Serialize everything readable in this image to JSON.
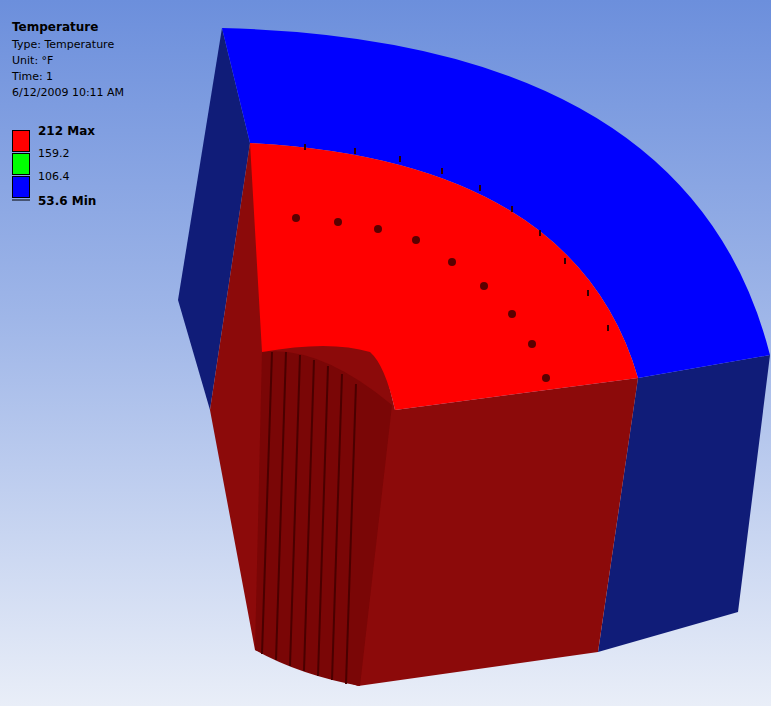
{
  "diagram": {
    "title": "Temperature",
    "labels": [
      "Type: Temperature",
      "Unit: °F",
      "Time: 1",
      "6/12/2009 10:11 AM",
      "53.6 Min"
    ],
    "legend": [
      {
        "text": "212 Max",
        "color": "#ff0000"
      },
      {
        "text": "159.2",
        "color": "#00ff00"
      },
      {
        "text": "106.4",
        "color": "#0000ff"
      }
    ]
  }
}
